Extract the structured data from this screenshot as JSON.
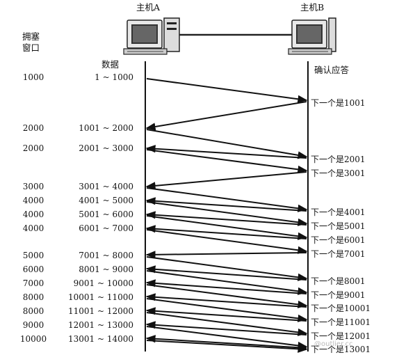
{
  "host_a": {
    "label": "主机A"
  },
  "host_b": {
    "label": "主机B"
  },
  "cwnd_header": "拥塞\n窗口",
  "data_header": "数据",
  "ack_header": "确认应答",
  "watermark": "@outlier.cc",
  "rows": [
    {
      "cwnd": "1000",
      "seq": "1 ~ 1000"
    },
    {
      "cwnd": "2000",
      "seq": "1001 ~ 2000"
    },
    {
      "cwnd": "2000",
      "seq": "2001 ~ 3000"
    },
    {
      "cwnd": "3000",
      "seq": "3001 ~ 4000"
    },
    {
      "cwnd": "4000",
      "seq": "4001 ~ 5000"
    },
    {
      "cwnd": "4000",
      "seq": "5001 ~ 6000"
    },
    {
      "cwnd": "4000",
      "seq": "6001 ~ 7000"
    },
    {
      "cwnd": "5000",
      "seq": "7001 ~ 8000"
    },
    {
      "cwnd": "6000",
      "seq": "8001 ~ 9000"
    },
    {
      "cwnd": "7000",
      "seq": "9001 ~ 10000"
    },
    {
      "cwnd": "8000",
      "seq": "10001 ~ 11000"
    },
    {
      "cwnd": "8000",
      "seq": "11001 ~ 12000"
    },
    {
      "cwnd": "9000",
      "seq": "12001 ~ 13000"
    },
    {
      "cwnd": "10000",
      "seq": "13001 ~ 14000"
    }
  ],
  "acks": [
    "下一个是1001",
    "下一个是2001",
    "下一个是3001",
    "下一个是4001",
    "下一个是5001",
    "下一个是6001",
    "下一个是7001",
    "下一个是8001",
    "下一个是9001",
    "下一个是10001",
    "下一个是11001",
    "下一个是12001",
    "下一个是13001"
  ]
}
